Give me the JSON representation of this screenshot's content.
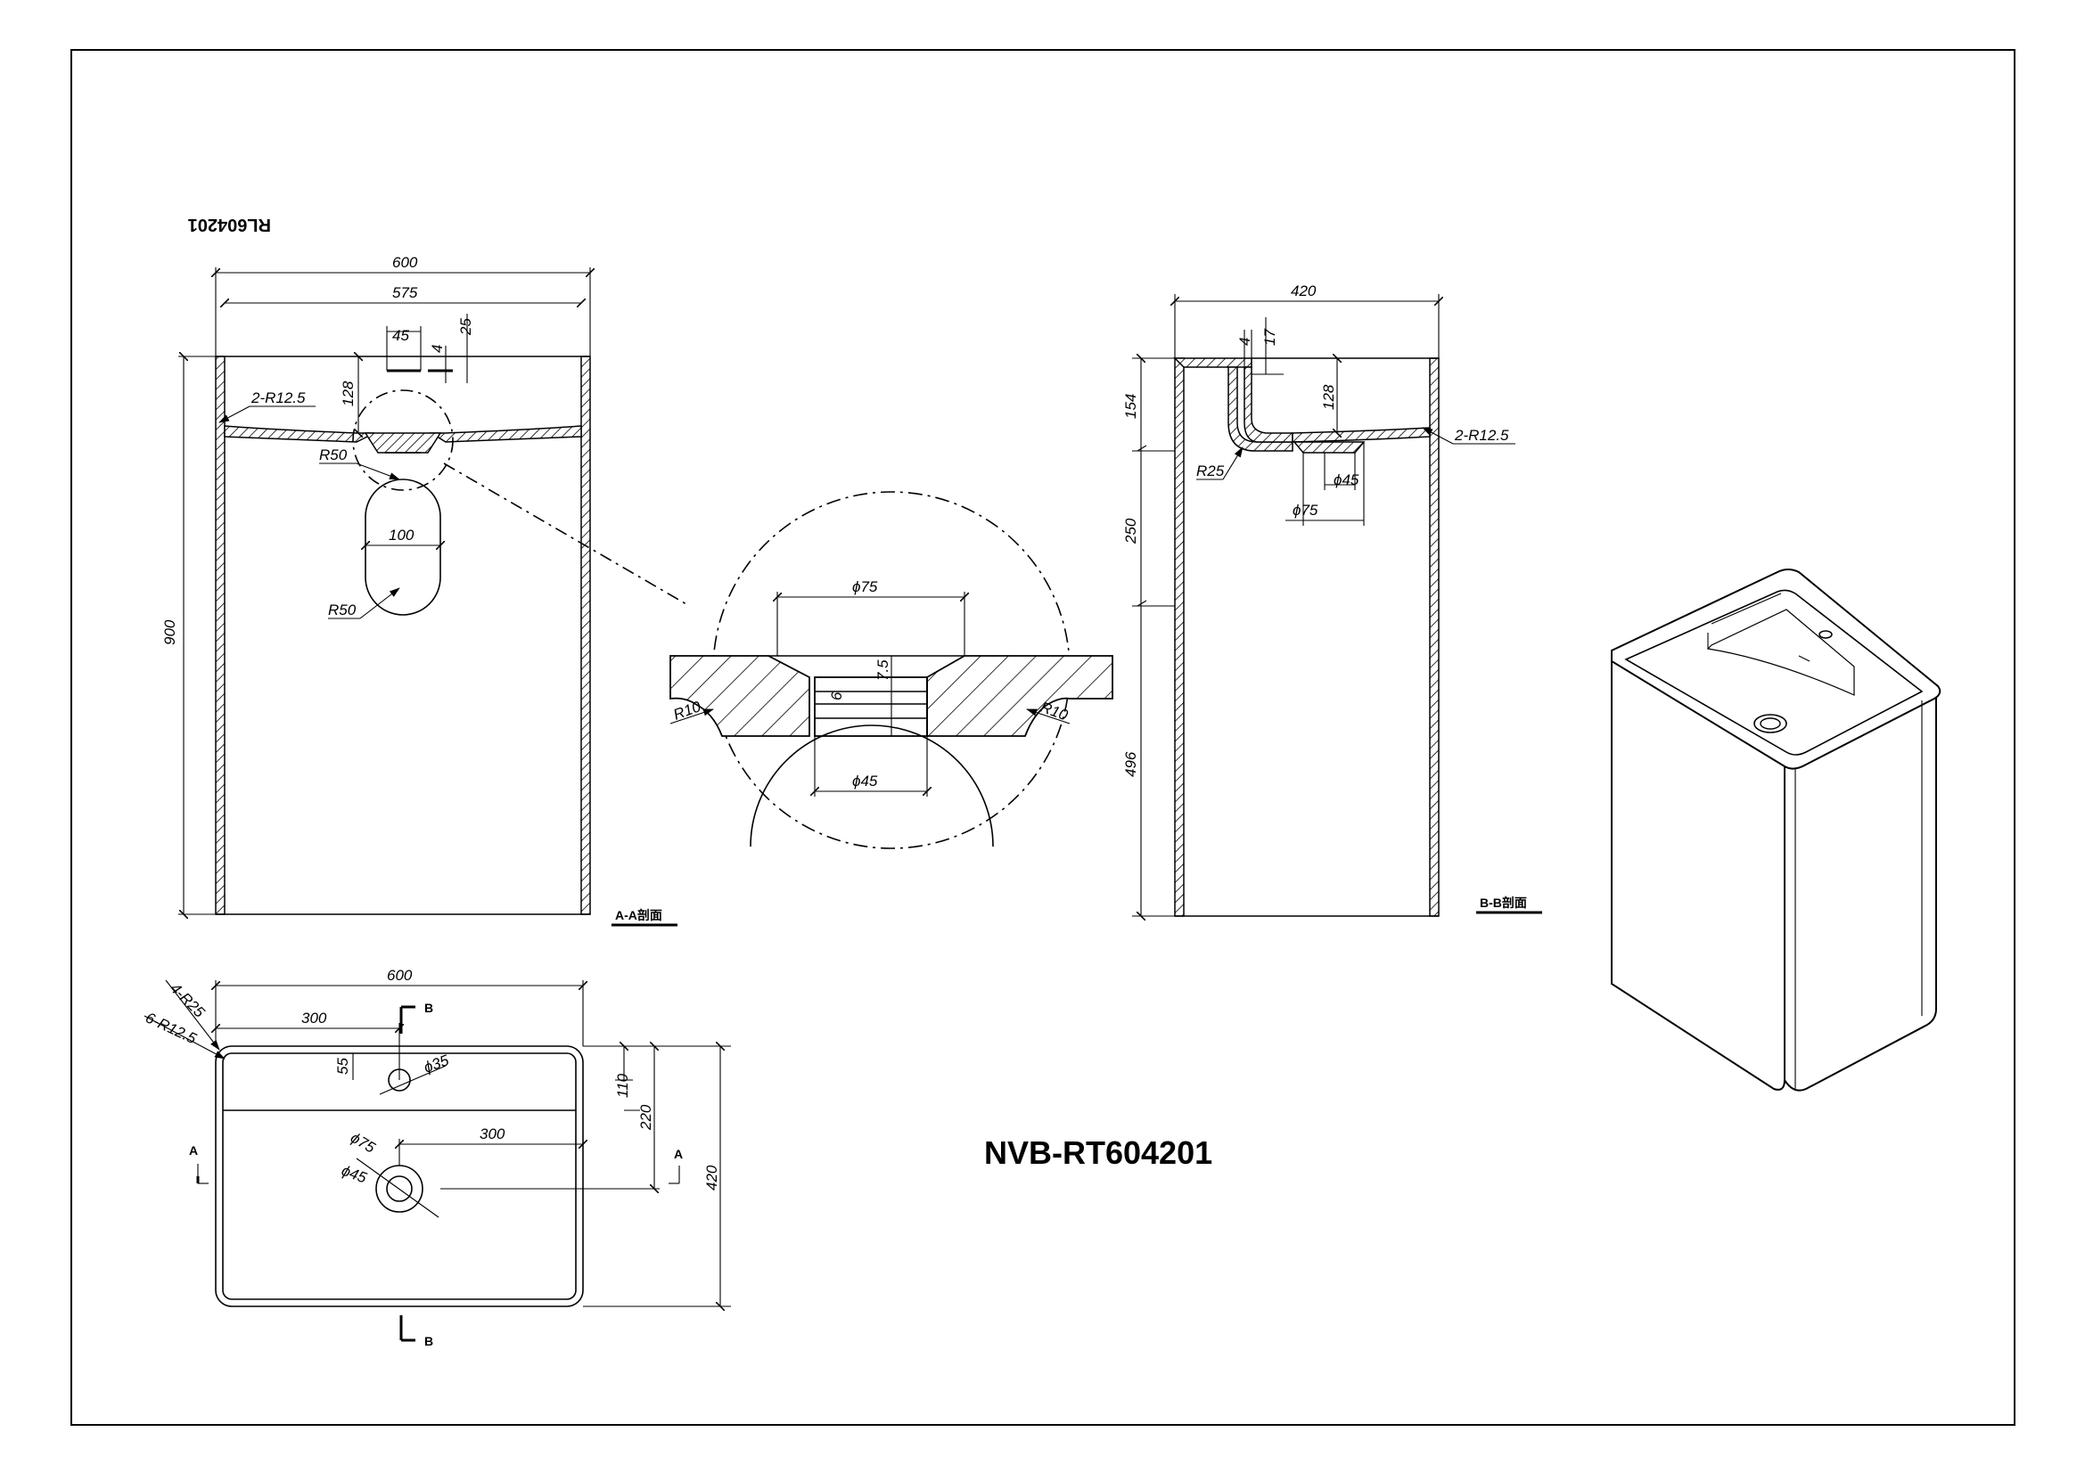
{
  "drawing": {
    "model": "NVB-RT604201",
    "mirrored_code": "RL604201"
  },
  "section_labels": {
    "aa": "A-A剖面",
    "bb": "B-B剖面",
    "a_marker": "A",
    "b_marker": "B"
  },
  "front_section": {
    "width_outer": "600",
    "width_inner": "575",
    "height": "900",
    "tap_hole": "45",
    "tap_offset": "25",
    "tap_wall": "4",
    "basin_depth": "128",
    "edge_radius": "2-R12.5",
    "slot_top_radius": "R50",
    "slot_width": "100",
    "slot_bottom_radius": "R50"
  },
  "detail": {
    "outer_diameter": "ϕ75",
    "inner_diameter": "ϕ45",
    "depth_1": "7.5",
    "depth_2": "6",
    "radius_left": "R10",
    "radius_right": "R10"
  },
  "side_section": {
    "width": "420",
    "wall_4": "4",
    "wall_17": "17",
    "h_154": "154",
    "h_250": "250",
    "h_496": "496",
    "basin_depth": "128",
    "edge_radius": "2-R12.5",
    "corner_radius": "R25",
    "drain_inner": "ϕ45",
    "drain_outer": "ϕ75"
  },
  "plan_view": {
    "width": "600",
    "depth": "420",
    "half_width": "300",
    "drain_offset_x": "300",
    "tap_from_edge": "55",
    "tap_diameter": "ϕ35",
    "tap_y": "110",
    "drain_y": "220",
    "outer_radius": "4-R25",
    "inner_radius": "6-R12.5",
    "drain_outer": "ϕ75",
    "drain_inner": "ϕ45"
  }
}
